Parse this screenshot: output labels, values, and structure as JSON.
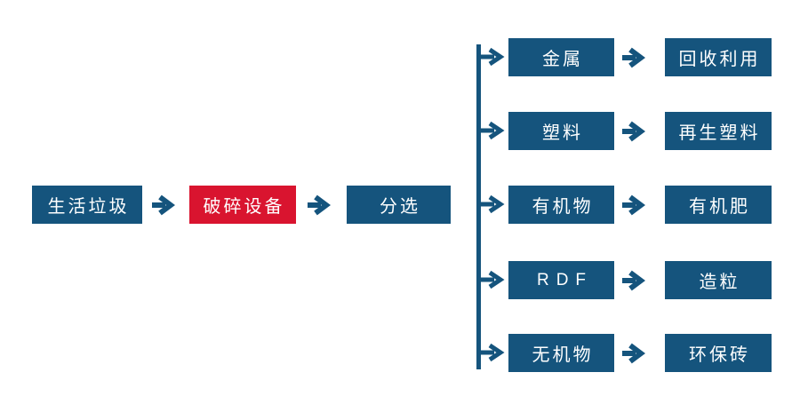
{
  "colors": {
    "box_blue": "#15547D",
    "box_red": "#D9142F",
    "arrow_blue": "#15547D",
    "text": "#FFFFFF",
    "background": "#FFFFFF"
  },
  "diagram": {
    "type": "flowchart",
    "description": "Household waste processing flow",
    "main": [
      {
        "label": "生活垃圾",
        "variant": "blue"
      },
      {
        "label": "破碎设备",
        "variant": "red"
      },
      {
        "label": "分选",
        "variant": "blue"
      }
    ],
    "branches": [
      {
        "source": "金属",
        "result": "回收利用"
      },
      {
        "source": "塑料",
        "result": "再生塑料"
      },
      {
        "source": "有机物",
        "result": "有机肥"
      },
      {
        "source": "RDF",
        "result": "造粒"
      },
      {
        "source": "无机物",
        "result": "环保砖"
      }
    ]
  }
}
